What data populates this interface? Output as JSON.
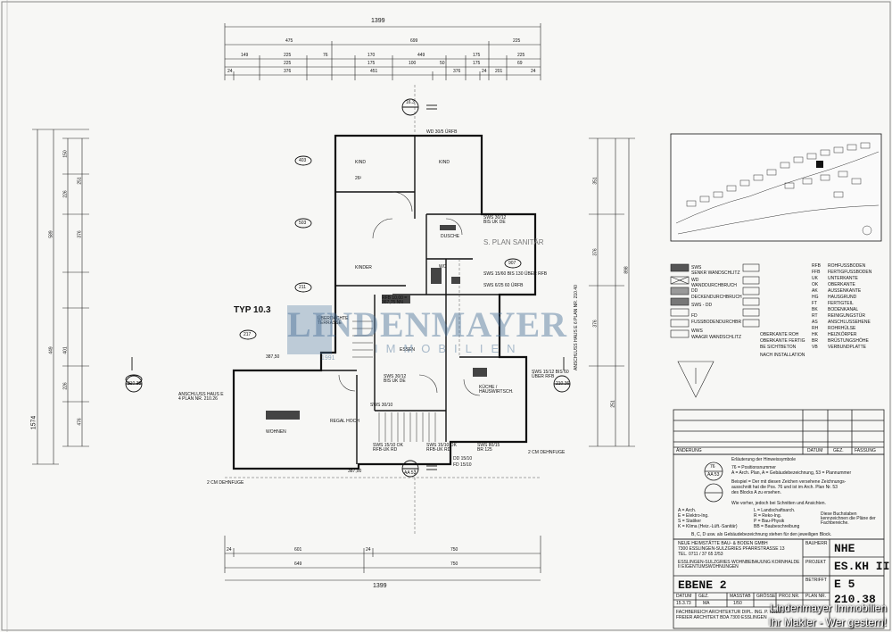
{
  "plan": {
    "top_total": "1399",
    "bottom_total": "1399",
    "left_total": "1574",
    "top_dims_row1": [
      "475",
      "699",
      "225"
    ],
    "top_dims_row2": [
      "149",
      "225",
      "76",
      "170",
      "449",
      "175",
      "225"
    ],
    "top_dims_row3": [
      "225",
      "175",
      "100",
      "50",
      "175",
      "69"
    ],
    "top_dims_row4": [
      "24",
      "376",
      "451",
      "376",
      "24",
      "201",
      "24"
    ],
    "bottom_dims_row1": [
      "24",
      "601",
      "24",
      "750"
    ],
    "bottom_dims_row2": [
      "649",
      "750"
    ],
    "left_dims": [
      "150",
      "226",
      "251",
      "376",
      "589",
      "449",
      "401",
      "226",
      "476"
    ],
    "right_dims": [
      "351",
      "376",
      "898",
      "376",
      "251"
    ],
    "type_label": "TYP 10.3",
    "rooms": [
      {
        "name": "KIND",
        "area": "26²"
      },
      {
        "name": "KIND",
        "area": ""
      },
      {
        "name": "KINDER",
        "area": ""
      },
      {
        "name": "DUSCHE",
        "area": ""
      },
      {
        "name": "WC",
        "area": ""
      },
      {
        "name": "ESSEN",
        "area": ""
      },
      {
        "name": "WOHNEN",
        "area": ""
      },
      {
        "name": "KÜCHE / HAUSWIRTSCH.",
        "area": ""
      },
      {
        "name": "REGAL HOCH",
        "area": ""
      },
      {
        "name": "ÜBERDACHTE TERRASSE",
        "area": ""
      }
    ],
    "notes": [
      "WD 30/5 ÜRFB",
      "SWS 30/12 BIS UK DE",
      "S. PLAN SANITÄR",
      "SWS 15/60 BIS 130 ÜBER RFB",
      "SWS 6/25 60 ÜRFB",
      "RFB 10,00 = 367,75 NN",
      "ANSCHLUSS HAUS E 4 PLAN NR. 210.26",
      "ANSCHLUSS HAUS E 6 PLAN NR. 210.40",
      "SWS 15/12 BIS 60 ÜBER RFB",
      "SWS 30/12 BIS UK DE",
      "SWS 30/10",
      "SWS 15/10 OK RFB-UK RD",
      "SWS 15/10 OK RFB-UK RD",
      "SWS 80/15 BR 125",
      "DD 15/10",
      "FD 15/10",
      "2 CM DEHNFUGE",
      "2 CM DEHNFUGE",
      "387,00",
      "387,50"
    ],
    "markers": [
      "403",
      "503",
      "907",
      "211",
      "217",
      "210.38",
      "210.36",
      "16.3",
      "AA 53"
    ]
  },
  "legend": {
    "left": [
      {
        "code": "SWS",
        "label": "SENKR WANDSCHLITZ"
      },
      {
        "code": "WD",
        "label": "WANDDURCHBRUCH"
      },
      {
        "code": "DD",
        "label": "DECKENDURCHBRUCH"
      },
      {
        "code": "SWS - DD",
        "label": ""
      },
      {
        "code": "FD",
        "label": "FUSSBODENDURCHBR"
      },
      {
        "code": "WWS",
        "label": "WAAGR WANDSCHLITZ"
      }
    ],
    "right": [
      {
        "code": "RFB",
        "label": "ROHFUSSBODEN"
      },
      {
        "code": "FFB",
        "label": "FERTIGFUSSBODEN"
      },
      {
        "code": "UK",
        "label": "UNTERKANTE"
      },
      {
        "code": "OK",
        "label": "OBERKANTE"
      },
      {
        "code": "AK",
        "label": "AUSSENKANTE"
      },
      {
        "code": "HG",
        "label": "HAUSGRUND"
      },
      {
        "code": "FT",
        "label": "FERTIGTEIL"
      },
      {
        "code": "BK",
        "label": "BODENKANAL"
      },
      {
        "code": "RT",
        "label": "REINIGUNGSTÜR"
      },
      {
        "code": "AS",
        "label": "ANSCHLUSSEHENE"
      },
      {
        "code": "RH",
        "label": "ROHRHÜLSE"
      },
      {
        "code": "HK",
        "label": "HEIZKÖRPER"
      },
      {
        "code": "BR",
        "label": "BRÜSTUNGSHÖHE"
      },
      {
        "code": "VB",
        "label": "VERBUNDPLATTE"
      }
    ],
    "level_labels": [
      "OBERKANTE ROH",
      "OBERKANTE FERTIG",
      "BE SICHTBETON",
      "NACH INSTALLATION"
    ]
  },
  "revision_table": {
    "headers": [
      "ÄNDERUNG",
      "DATUM",
      "GEZ.",
      "FASSUNG"
    ]
  },
  "explanation": {
    "title": "Erläuterung der Hinweissymbole",
    "symbol_top": "76",
    "symbol_bottom": "AA 53",
    "lines": [
      "76 = Positionsnummer",
      "A = Arch. Plan, A = Gebäudebezeichnung, 53 = Plannummer",
      "Beispiel = Der mit diesen Zeichen versehene Zeichnungs-",
      "ausschnitt hat die Pos. 76 und ist im Arch. Plan Nr. 53",
      "des Blocks A zu ersehen.",
      "Wie vorher, jedoch bei Schnitten und Ansichten."
    ],
    "disciplines_left": [
      "A = Arch.",
      "E = Elektro-Ing.",
      "S = Statiker",
      "K = Klima (Heiz.-Lüft.-Sanitär)"
    ],
    "disciplines_right": [
      "L = Landschaftsarch.",
      "R = Reko-Ing.",
      "P = Bau-Physik",
      "BB = Baubeschreibung"
    ],
    "side_note": "Diese Buchstaben kennzeichnen die Pläne der Fachbereiche.",
    "footer": "B, C, D usw. als Gebäudebezeichnung stehen für den jeweiligen Block."
  },
  "title_block": {
    "firm": "NEUE HEIMSTÄTTE BAU- & BODEN GMBH",
    "address": "7300 ESSLINGEN-SULZGRIES PFARRSTRASSE 13",
    "phone": "TEL. 0711 / 37 65 2/53",
    "project": "ESSLINGEN-SULZGRIES WOHNBEBAUUNG KORNHALDE II EIGENTUMSWOHNUNGEN",
    "bauherr_label": "BAUHERR",
    "bauherr_value": "NHE",
    "projekt_label": "PROJEKT",
    "projekt_value": "ES.KH II",
    "betrifft_label": "BETRIFFT",
    "betrifft_value": "E 5",
    "ebene": "EBENE 2",
    "planno": "210.38",
    "cols": [
      "DATUM",
      "GEZ.",
      "MASSTAB",
      "GRÖSSE",
      "PROJ.NR.",
      "PLAN NR."
    ],
    "values": [
      "15.3.73",
      "MA",
      "1/50",
      "",
      "",
      ""
    ],
    "architect": "FACHBEREICH ARCHITEKTUR DIPL. ING. P. KREBS",
    "architect2": "FREIER ARCHITEKT BDA 7300 ESSLINGEN"
  },
  "watermark": {
    "brand": "LINDENMAYER",
    "sub": "IMMOBILIEN",
    "year": "1991"
  },
  "credits": [
    "Lindenmayer Immobilien",
    "Ihr Makler - Wer gestern!"
  ]
}
